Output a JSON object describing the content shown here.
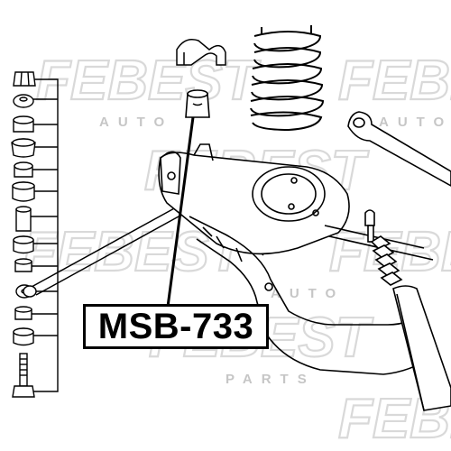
{
  "diagram": {
    "part_number": "MSB-733",
    "watermark": {
      "brand": "FEBEST",
      "tagline_words": [
        "AUTO",
        "PARTS"
      ]
    },
    "colors": {
      "line": "#000000",
      "watermark": "#d9d9d9",
      "background": "#ffffff"
    },
    "exploded_parts": [
      "nut-icon",
      "washer-icon",
      "bushing-icon",
      "bushing-icon",
      "washer-icon",
      "bushing-icon",
      "sleeve-icon",
      "bushing-icon",
      "washer-icon",
      "link-eye-icon",
      "washer-icon",
      "bushing-icon",
      "bolt-icon"
    ]
  }
}
